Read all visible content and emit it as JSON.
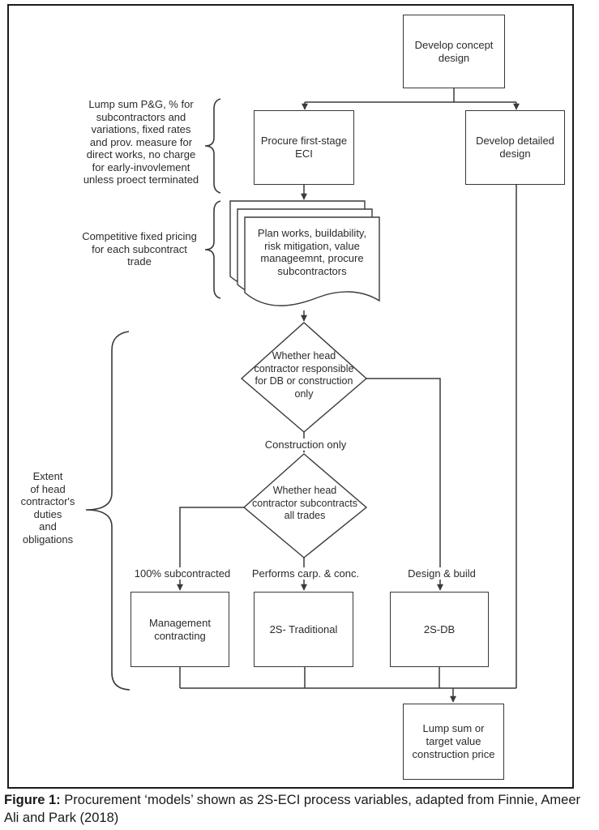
{
  "caption": {
    "label": "Figure 1:",
    "text": " Procurement ‘models’ shown as 2S-ECI process variables, adapted from Finnie, Ameer Ali and Park (2018)"
  },
  "flowchart": {
    "type": "flowchart",
    "nodes": {
      "develop_concept": "Develop concept\ndesign",
      "procure_eci": "Procure first-stage\nECI",
      "develop_detailed": "Develop detailed\ndesign",
      "plan_works": "Plan works, buildability,\nrisk mitigation, value\nmanageemnt, procure\nsubcontractors",
      "decision_responsible": "Whether head\ncontractor responsible\nfor DB or construction\nonly",
      "decision_subcontracts": "Whether head\ncontractor subcontracts\nall trades",
      "management_contracting": "Management\ncontracting",
      "traditional": "2S- Traditional",
      "db": "2S-DB",
      "lump_sum": "Lump sum or\ntarget value\nconstruction price"
    },
    "edge_labels": {
      "construction_only": "Construction only",
      "subcontracted": "100% subcontracted",
      "performs": "Performs carp. & conc.",
      "design_build": "Design & build"
    },
    "annotations": {
      "lump_sum_note": "Lump sum P&G, % for\nsubcontractors and\nvariations, fixed rates\nand prov. measure for\ndirect works, no charge\nfor early-invovlement\nunless proect terminated",
      "competitive_note": "Competitive fixed pricing\nfor each subcontract\ntrade",
      "extent_note": "Extent\nof head\ncontractor's\nduties\nand\nobligations"
    },
    "colors": {
      "line": "#3a3a3a",
      "text": "#2b2b2b",
      "frame": "#1b1b1b",
      "background": "#ffffff"
    }
  }
}
